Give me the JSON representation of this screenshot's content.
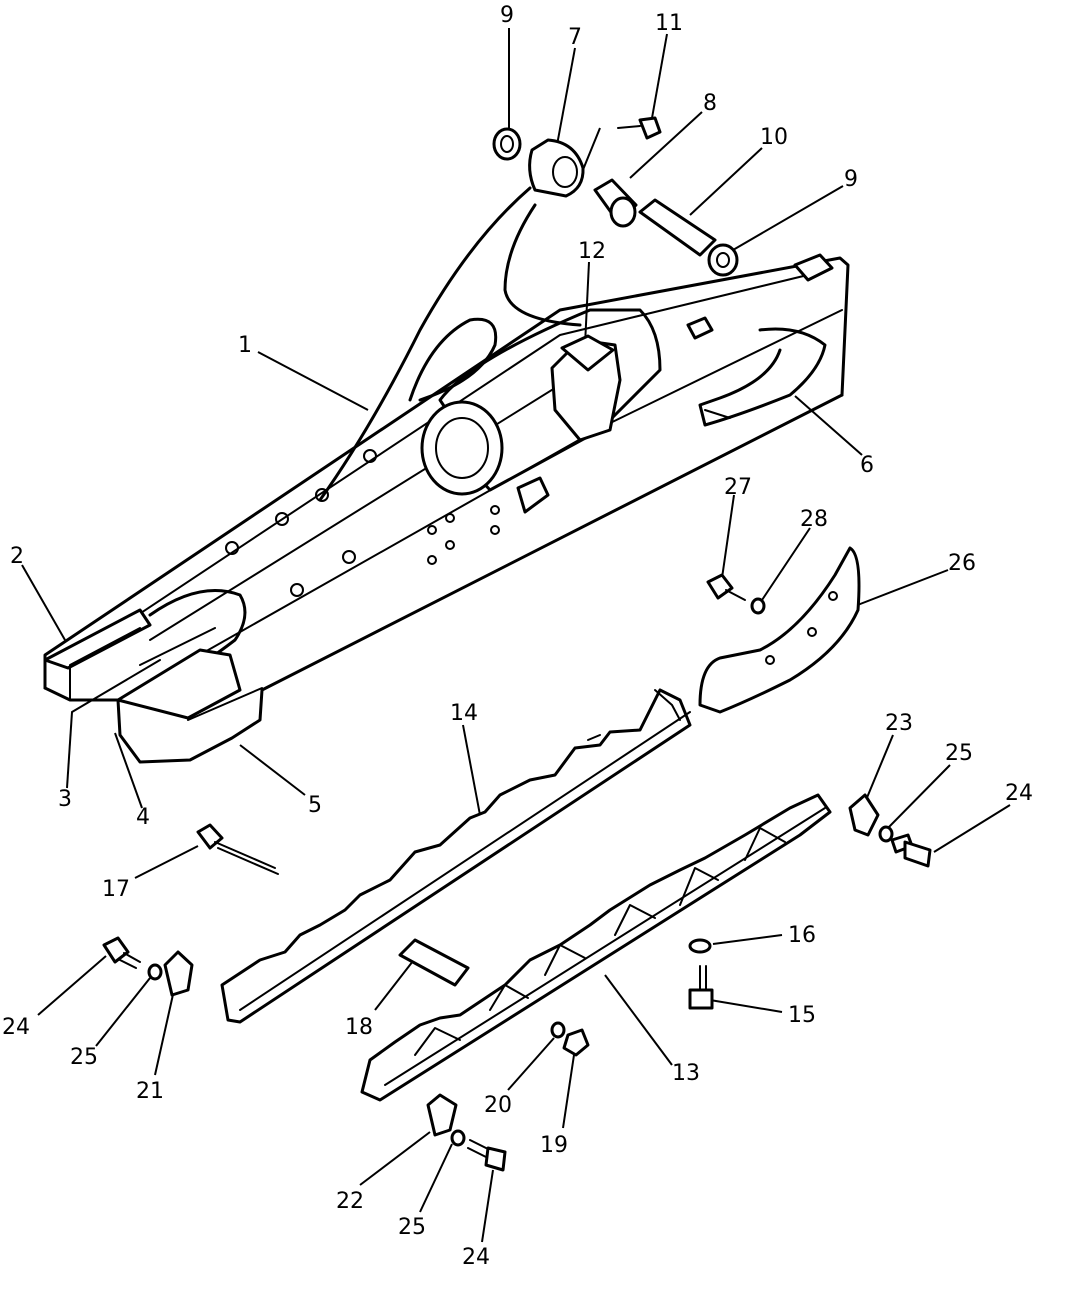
{
  "diagram": {
    "callouts": [
      {
        "id": "c9a",
        "label": "9"
      },
      {
        "id": "c7",
        "label": "7"
      },
      {
        "id": "c11",
        "label": "11"
      },
      {
        "id": "c8",
        "label": "8"
      },
      {
        "id": "c10",
        "label": "10"
      },
      {
        "id": "c9b",
        "label": "9"
      },
      {
        "id": "c12",
        "label": "12"
      },
      {
        "id": "c1",
        "label": "1"
      },
      {
        "id": "c6",
        "label": "6"
      },
      {
        "id": "c2",
        "label": "2"
      },
      {
        "id": "c3",
        "label": "3"
      },
      {
        "id": "c4",
        "label": "4"
      },
      {
        "id": "c5",
        "label": "5"
      },
      {
        "id": "c27",
        "label": "27"
      },
      {
        "id": "c28",
        "label": "28"
      },
      {
        "id": "c26",
        "label": "26"
      },
      {
        "id": "c14",
        "label": "14"
      },
      {
        "id": "c23",
        "label": "23"
      },
      {
        "id": "c25a",
        "label": "25"
      },
      {
        "id": "c24a",
        "label": "24"
      },
      {
        "id": "c17",
        "label": "17"
      },
      {
        "id": "c16",
        "label": "16"
      },
      {
        "id": "c15",
        "label": "15"
      },
      {
        "id": "c24b",
        "label": "24"
      },
      {
        "id": "c25b",
        "label": "25"
      },
      {
        "id": "c21",
        "label": "21"
      },
      {
        "id": "c18",
        "label": "18"
      },
      {
        "id": "c13",
        "label": "13"
      },
      {
        "id": "c20",
        "label": "20"
      },
      {
        "id": "c19",
        "label": "19"
      },
      {
        "id": "c22",
        "label": "22"
      },
      {
        "id": "c25c",
        "label": "25"
      },
      {
        "id": "c24c",
        "label": "24"
      }
    ]
  }
}
